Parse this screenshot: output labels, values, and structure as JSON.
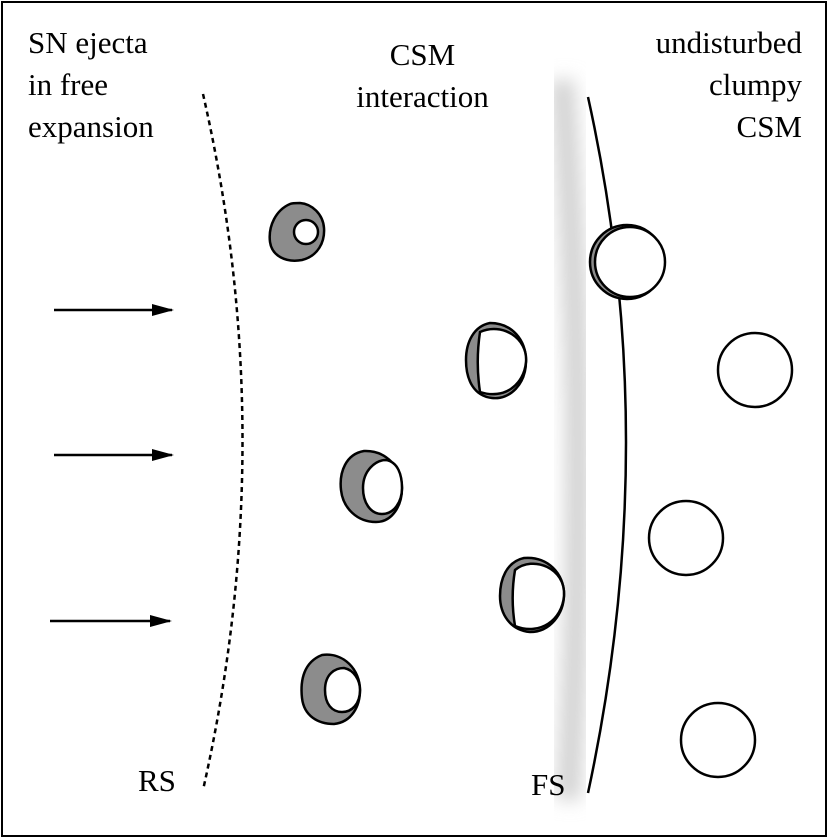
{
  "regions": {
    "ejecta_lines": [
      "SN ejecta",
      "in free",
      "expansion"
    ],
    "interaction_lines": [
      "CSM",
      "interaction"
    ],
    "undisturbed_lines": [
      "undisturbed",
      "clumpy",
      "CSM"
    ]
  },
  "shocks": {
    "reverse_label": "RS",
    "forward_label": "FS"
  },
  "colors": {
    "clump_fill": "#ffffff",
    "shocked_fill": "#8c8c8c",
    "stroke": "#000000",
    "fs_glow": "#d2d2d2"
  }
}
